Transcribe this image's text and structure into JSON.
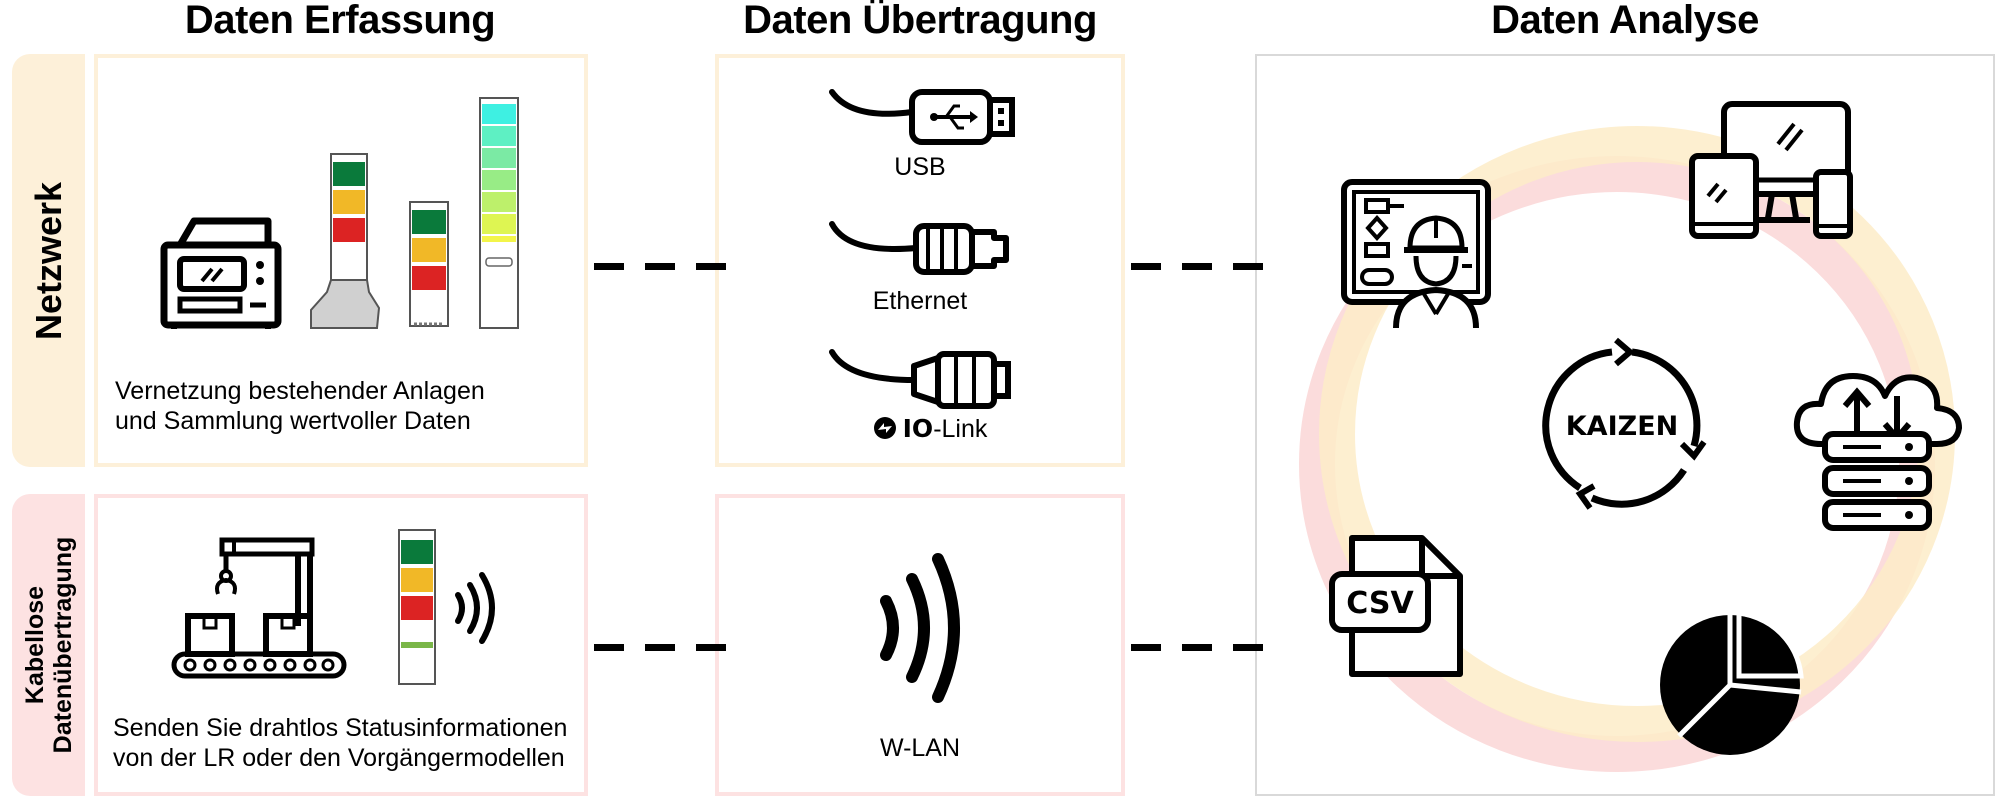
{
  "columns": {
    "erfassung": "Daten Erfassung",
    "uebertragung": "Daten Übertragung",
    "analyse": "Daten Analyse"
  },
  "rows": {
    "netzwerk": {
      "label": "Netzwerk",
      "description_line1": "Vernetzung bestehender Anlagen",
      "description_line2": "und Sammlung wertvoller Daten"
    },
    "kabellos": {
      "label_line1": "Kabellose",
      "label_line2": "Datenübertragung",
      "description_line1": "Senden Sie drahtlos Statusinformationen",
      "description_line2": "von der LR oder den Vorgängermodellen"
    }
  },
  "connections": {
    "usb": "USB",
    "ethernet": "Ethernet",
    "iolink_bold": "IO",
    "iolink_rest": "-Link",
    "wlan": "W-LAN"
  },
  "analyse": {
    "center_label": "KAIZEN",
    "csv_label": "CSV"
  },
  "colors": {
    "tab_yellow": "#fdf0d9",
    "tab_pink": "#fde2e2",
    "signal_green": "#0a7a3b",
    "signal_yellow": "#f1b827",
    "signal_red": "#dc2323",
    "cycle_yellow": "#fdecc8",
    "cycle_pink": "#fbdcdc"
  }
}
